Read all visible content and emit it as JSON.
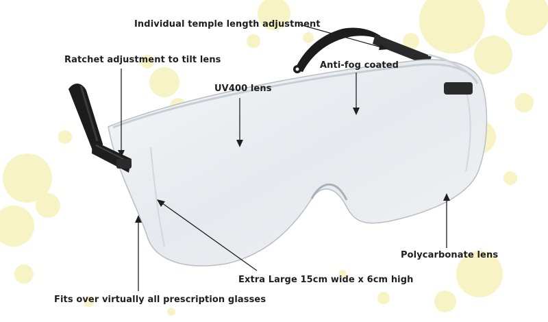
{
  "colors": {
    "background": "#ffffff",
    "splash": "#f8f3c4",
    "text": "#1e1e1e",
    "frame": "#1c1c1c",
    "lens_tint": "#e4e8ec"
  },
  "annotations": [
    {
      "id": "temple-length",
      "text": "Individual temple length adjustment"
    },
    {
      "id": "ratchet",
      "text": "Ratchet adjustment to tilt lens"
    },
    {
      "id": "anti-fog",
      "text": "Anti-fog coated"
    },
    {
      "id": "uv400",
      "text": "UV400 lens"
    },
    {
      "id": "polycarbonate",
      "text": "Polycarbonate lens"
    },
    {
      "id": "extra-large",
      "text": "Extra Large 15cm wide x 6cm high"
    },
    {
      "id": "fits-over",
      "text": "Fits over virtually all prescription glasses"
    }
  ]
}
